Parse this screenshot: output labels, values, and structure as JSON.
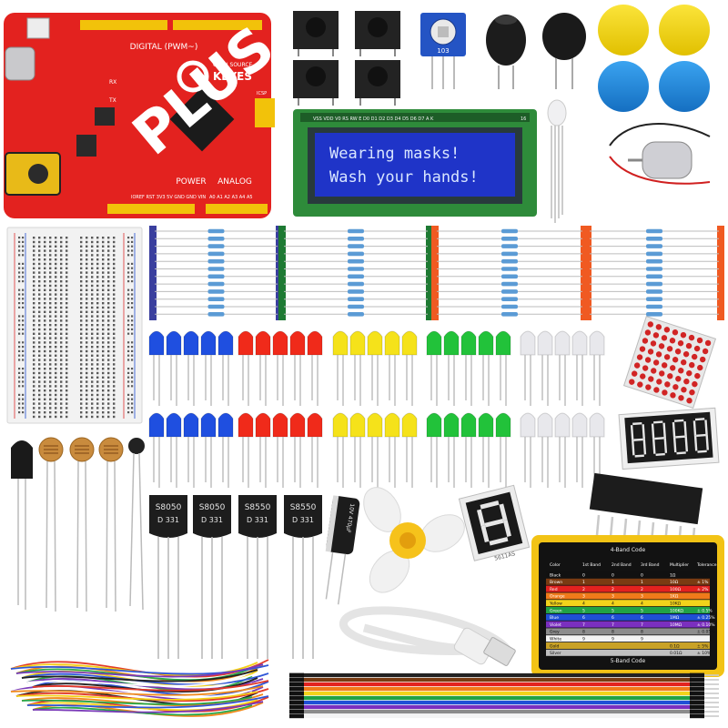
{
  "board": {
    "brand_line1": "OPEN SOURCE",
    "brand_line2": "KEYES",
    "digital_label": "DIGITAL (PWM~)",
    "power_label": "POWER",
    "analog_label": "ANALOG",
    "icsp_label": "ICSP",
    "power_pins": "IOREF RST 3V3 5V GND GND VIN",
    "analog_pins": "A0 A1 A2 A3 A4 A5",
    "rx_label": "RX",
    "tx_label": "TX",
    "color": "#e3221f"
  },
  "lcd": {
    "line1": "Wearing masks!",
    "line2": "Wash your hands!",
    "pin_labels": "VSS VDD V0 RS RW E D0 D1 D2 D3 D4 D5 D6 D7 A K",
    "pin_count": "16",
    "screen_color": "#1f34c8",
    "pcb_color": "#2e8b3a"
  },
  "potentiometer": {
    "code": "103"
  },
  "transistors": [
    "S8050",
    "S8050",
    "S8550",
    "S8550"
  ],
  "transistor_subcodes": [
    "D 331",
    "D 331",
    "D 331",
    "D 331"
  ],
  "capacitor": {
    "label": "10V 470µF"
  },
  "seven_segment": {
    "code": "5611AS"
  },
  "resistor_card": {
    "title": "4-Band Code",
    "subtitle": "5-Band Code",
    "headers": [
      "Color",
      "1st Band",
      "2nd Band",
      "3rd Band",
      "Multiplier",
      "Tolerance"
    ],
    "rows": [
      {
        "name": "Black",
        "color": "#111111",
        "d1": "0",
        "d2": "0",
        "d3": "0",
        "mult": "1Ω",
        "tol": ""
      },
      {
        "name": "Brown",
        "color": "#7a3b12",
        "d1": "1",
        "d2": "1",
        "d3": "1",
        "mult": "10Ω",
        "tol": "± 1%"
      },
      {
        "name": "Red",
        "color": "#e3221f",
        "d1": "2",
        "d2": "2",
        "d3": "2",
        "mult": "100Ω",
        "tol": "± 2%"
      },
      {
        "name": "Orange",
        "color": "#f07a1a",
        "d1": "3",
        "d2": "3",
        "d3": "3",
        "mult": "1KΩ",
        "tol": ""
      },
      {
        "name": "Yellow",
        "color": "#f2d31b",
        "d1": "4",
        "d2": "4",
        "d3": "4",
        "mult": "10KΩ",
        "tol": ""
      },
      {
        "name": "Green",
        "color": "#21a246",
        "d1": "5",
        "d2": "5",
        "d3": "5",
        "mult": "100KΩ",
        "tol": "± 0.5%"
      },
      {
        "name": "Blue",
        "color": "#1f4fd6",
        "d1": "6",
        "d2": "6",
        "d3": "6",
        "mult": "1MΩ",
        "tol": "± 0.25%"
      },
      {
        "name": "Violet",
        "color": "#7b2fbf",
        "d1": "7",
        "d2": "7",
        "d3": "7",
        "mult": "10MΩ",
        "tol": "± 0.10%"
      },
      {
        "name": "Grey",
        "color": "#8c8c8c",
        "d1": "8",
        "d2": "8",
        "d3": "8",
        "mult": "",
        "tol": "± 0.05%"
      },
      {
        "name": "White",
        "color": "#f4f4f4",
        "d1": "9",
        "d2": "9",
        "d3": "9",
        "mult": "",
        "tol": ""
      },
      {
        "name": "Gold",
        "color": "#c9a227",
        "d1": "",
        "d2": "",
        "d3": "",
        "mult": "0.1Ω",
        "tol": "± 5%"
      },
      {
        "name": "Silver",
        "color": "#c0c0c0",
        "d1": "",
        "d2": "",
        "d3": "",
        "mult": "0.01Ω",
        "tol": "± 10%"
      }
    ]
  },
  "colors": {
    "led_blue": "#1f4fe0",
    "led_red": "#f02a1a",
    "led_yellow": "#f5e21a",
    "led_green": "#22c23a",
    "led_clear": "#e8e8ec",
    "cap_yellow": "#f2d80f",
    "cap_blue": "#1e8fe6",
    "fan_yellow": "#f6c21b",
    "breadboard": "#f2f2f2"
  }
}
